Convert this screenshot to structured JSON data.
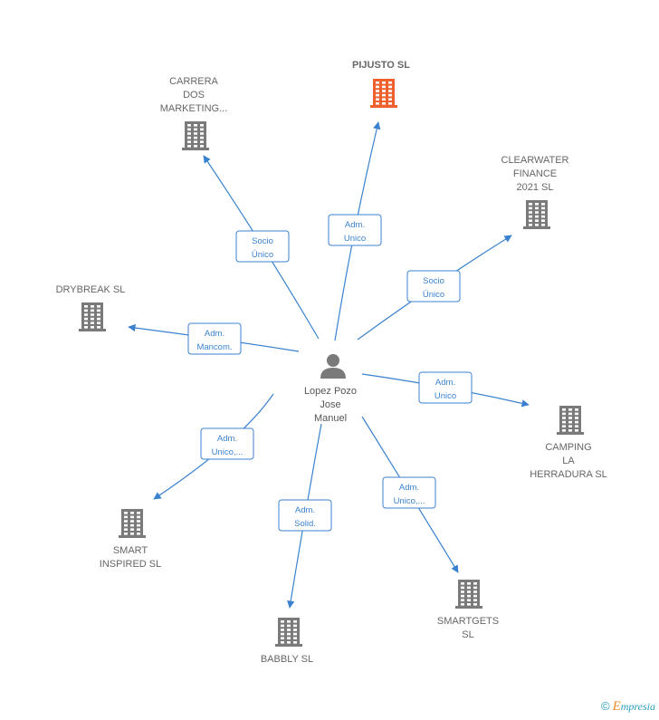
{
  "colors": {
    "edge": "#3a82cf",
    "building": "#7a7a7a",
    "building_highlight": "#f0602c",
    "person": "#7a7a7a"
  },
  "center": {
    "name_lines": [
      "Lopez Pozo",
      "Jose",
      "Manuel"
    ],
    "icon": "person-icon"
  },
  "companies": [
    {
      "id": "pijusto",
      "lines": [
        "PIJUSTO  SL"
      ],
      "highlight": true,
      "icon": "building-icon"
    },
    {
      "id": "carrera",
      "lines": [
        "CARRERA",
        "DOS",
        "MARKETING..."
      ],
      "highlight": false,
      "icon": "building-icon"
    },
    {
      "id": "clearwater",
      "lines": [
        "CLEARWATER",
        "FINANCE",
        "2021  SL"
      ],
      "highlight": false,
      "icon": "building-icon"
    },
    {
      "id": "drybreak",
      "lines": [
        "DRYBREAK  SL"
      ],
      "highlight": false,
      "icon": "building-icon"
    },
    {
      "id": "camping",
      "lines": [
        "CAMPING",
        "LA",
        "HERRADURA SL"
      ],
      "highlight": false,
      "icon": "building-icon"
    },
    {
      "id": "smart",
      "lines": [
        "SMART",
        "INSPIRED  SL"
      ],
      "highlight": false,
      "icon": "building-icon"
    },
    {
      "id": "babbly",
      "lines": [
        "BABBLY  SL"
      ],
      "highlight": false,
      "icon": "building-icon"
    },
    {
      "id": "smartgets",
      "lines": [
        "SMARTGETS",
        "SL"
      ],
      "highlight": false,
      "icon": "building-icon"
    }
  ],
  "edges": [
    {
      "to": "pijusto",
      "label_lines": [
        "Adm.",
        "Unico"
      ]
    },
    {
      "to": "carrera",
      "label_lines": [
        "Socio",
        "Único"
      ]
    },
    {
      "to": "clearwater",
      "label_lines": [
        "Socio",
        "Único"
      ]
    },
    {
      "to": "drybreak",
      "label_lines": [
        "Adm.",
        "Mancom."
      ]
    },
    {
      "to": "camping",
      "label_lines": [
        "Adm.",
        "Unico"
      ]
    },
    {
      "to": "smart",
      "label_lines": [
        "Adm.",
        "Unico,..."
      ]
    },
    {
      "to": "babbly",
      "label_lines": [
        "Adm.",
        "Solid."
      ]
    },
    {
      "to": "smartgets",
      "label_lines": [
        "Adm.",
        "Unico,..."
      ]
    }
  ],
  "footer": {
    "copyright": "©",
    "brand_initial": "E",
    "brand_rest": "mpresia"
  }
}
